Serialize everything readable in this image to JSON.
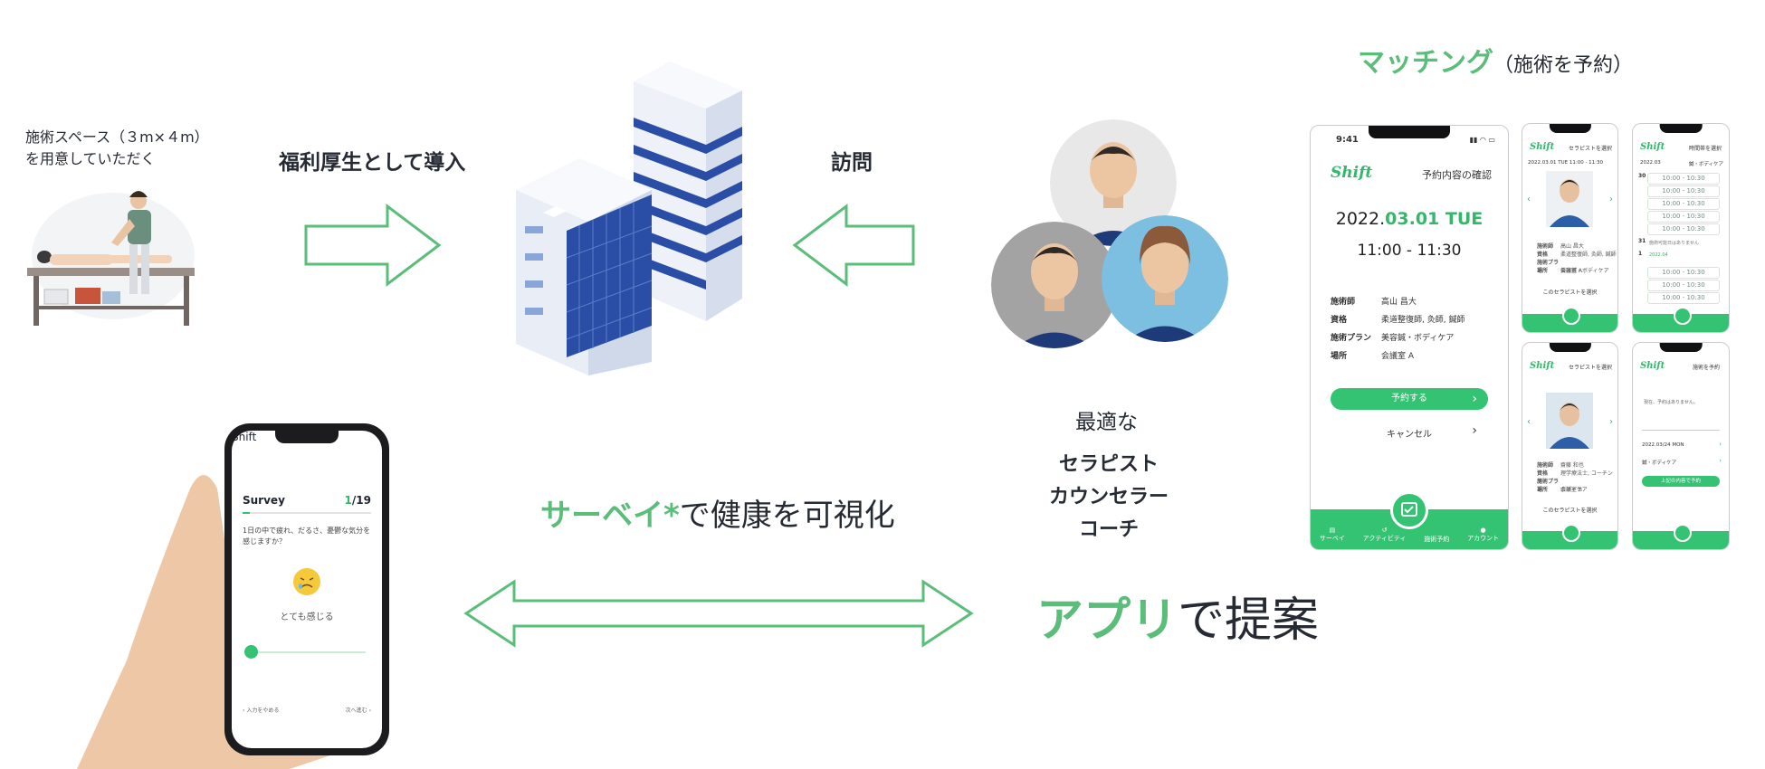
{
  "left_space": {
    "line1": "施術スペース（３m×４m）",
    "line2": "を用意していただく"
  },
  "arrow_in_label": "福利厚生として導入",
  "visit_label": "訪問",
  "matching": {
    "title": "マッチング",
    "subtitle": "（施術を予約）"
  },
  "therapists": {
    "optimal": "最適な",
    "roles": [
      "セラピスト",
      "カウンセラー",
      "コーチ"
    ]
  },
  "survey_caption": {
    "highlight": "サーベイ*",
    "rest": "で健康を可視化"
  },
  "app_caption": {
    "highlight": "アプリ",
    "rest": "で提案"
  },
  "colors": {
    "accent": "#5bbd7a",
    "app_green": "#34c372",
    "building_blue": "#2a4ea6"
  },
  "main_phone": {
    "time": "9:41",
    "logo": "Shift",
    "header": "予約内容の確認",
    "date_prefix": "2022.",
    "date_green": "03.01 TUE",
    "time_range": "11:00 - 11:30",
    "details": [
      {
        "label": "施術師",
        "value": "高山 昌大"
      },
      {
        "label": "資格",
        "value": "柔道整復師, 灸師, 鍼師"
      },
      {
        "label": "施術プラン",
        "value": "美容鍼・ボディケア"
      },
      {
        "label": "場所",
        "value": "会議室 A"
      }
    ],
    "reserve_button": "予約する",
    "cancel_button": "キャンセル",
    "tabs": [
      "サーベイ",
      "アクティビティ",
      "施術予約",
      "アカウント"
    ]
  },
  "small_phone_1": {
    "logo": "Shift",
    "header": "セラピストを選択",
    "date": "2022.03.01 TUE 11:00 - 11:30",
    "rows": [
      {
        "label": "施術師",
        "value": "高山 昌大"
      },
      {
        "label": "資格",
        "value": "柔道整復師, 灸師, 鍼師"
      },
      {
        "label": "施術プラン",
        "value": "美容鍼・ボディケア"
      },
      {
        "label": "場所",
        "value": "会議室 A"
      }
    ],
    "select": "このセラピストを選択"
  },
  "small_phone_2": {
    "logo": "Shift",
    "header": "時間帯を選択",
    "top_left": "2022.03",
    "top_right": "鍼・ボディケア",
    "day1": "30",
    "day2": "31",
    "day3": "1",
    "no_slot": "施術可能日はありません",
    "month2": "2022.04",
    "slots": [
      "10:00 - 10:30",
      "10:00 - 10:30",
      "10:00 - 10:30",
      "10:00 - 10:30",
      "10:00 - 10:30",
      "10:00 - 10:30",
      "10:00 - 10:30",
      "10:00 - 10:30"
    ]
  },
  "small_phone_3": {
    "logo": "Shift",
    "header": "セラピストを選択",
    "rows": [
      {
        "label": "施術師",
        "value": "齋藤 和也"
      },
      {
        "label": "資格",
        "value": "理学療法士, コーチング"
      },
      {
        "label": "施術プラン",
        "value": "ボディケア"
      },
      {
        "label": "場所",
        "value": "会議室 B"
      }
    ],
    "select": "このセラピストを選択"
  },
  "small_phone_4": {
    "logo": "Shift",
    "header": "施術を予約",
    "message": "現在、予約はありません。",
    "date": "2022.03/24 MON",
    "plan": "鍼・ボディケア",
    "button": "上記の内容で予約"
  },
  "survey_phone": {
    "logo": "Shift",
    "title": "Survey",
    "progress_current": "1",
    "progress_total": "/19",
    "progress_fraction": 0.053,
    "question": "1日の中で疲れ、だるさ、憂鬱な気分を感じますか？",
    "answer": "とても感じる",
    "prev": "入力をやめる",
    "next": "次へ進む"
  }
}
